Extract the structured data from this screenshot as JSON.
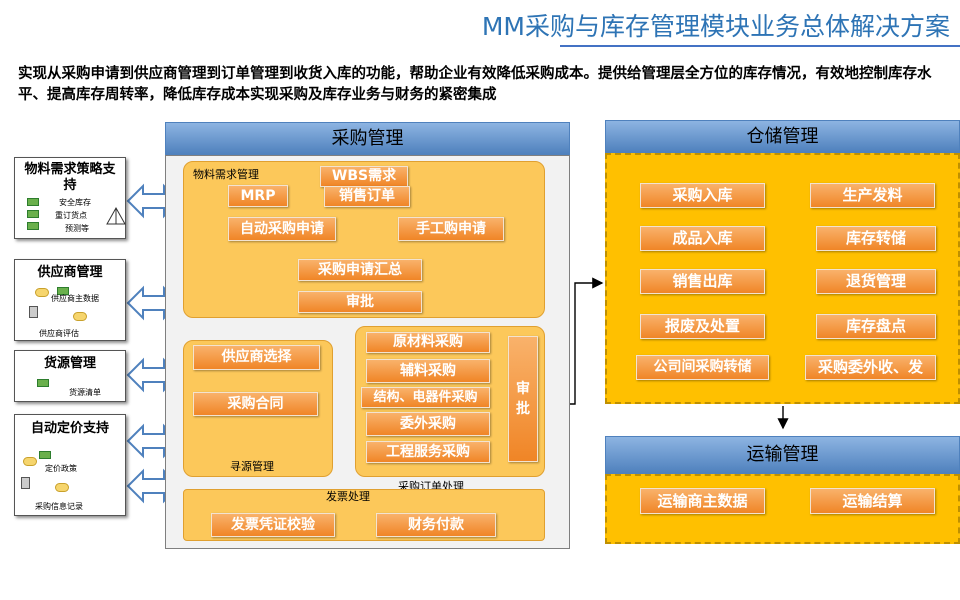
{
  "title": "MM采购与库存管理模块业务总体解决方案",
  "intro": "实现从采购申请到供应商管理到订单管理到收货入库的功能，帮助企业有效降低采购成本。提供给管理层全方位的库存情况，有效地控制库存水平、提高库存周转率，降低库存成本实现采购及库存业务与财务的紧密集成",
  "purchase": {
    "header": "采购管理",
    "mrp_group": {
      "caption": "物料需求管理",
      "wbs": "WBS需求",
      "mrp": "MRP",
      "sales_order": "销售订单",
      "auto_req": "自动采购申请",
      "manual_req": "手工购申请",
      "summary": "采购申请汇总",
      "approve": "审批"
    },
    "sourcing": {
      "caption": "寻源管理",
      "supplier_select": "供应商选择",
      "contract": "采购合同"
    },
    "order": {
      "caption": "采购订单处理",
      "items": [
        "原材料采购",
        "辅料采购",
        "结构、电器件采购",
        "委外采购",
        "工程服务采购"
      ],
      "approve": "审批"
    },
    "invoice": {
      "caption": "发票处理",
      "verify": "发票凭证校验",
      "payment": "财务付款"
    }
  },
  "warehouse": {
    "header": "仓储管理",
    "items": [
      "采购入库",
      "生产发料",
      "成品入库",
      "库存转储",
      "销售出库",
      "退货管理",
      "报废及处置",
      "库存盘点",
      "公司间采购转储",
      "采购委外收、发"
    ]
  },
  "transport": {
    "header": "运输管理",
    "items": [
      "运输商主数据",
      "运输结算"
    ]
  },
  "left_boxes": [
    {
      "title": "物料需求策略支持",
      "notes": [
        "安全库存",
        "重订货点",
        "预测等"
      ]
    },
    {
      "title": "供应商管理",
      "notes": [
        "供应商主数据",
        "供应商评估"
      ]
    },
    {
      "title": "货源管理",
      "notes": [
        "货源清单"
      ]
    },
    {
      "title": "自动定价支持",
      "notes": [
        "定价政策",
        "采购信息记录"
      ]
    }
  ],
  "colors": {
    "accent_blue": "#4f81bd",
    "gold": "#ffc000",
    "button_orange": "#f08526"
  }
}
